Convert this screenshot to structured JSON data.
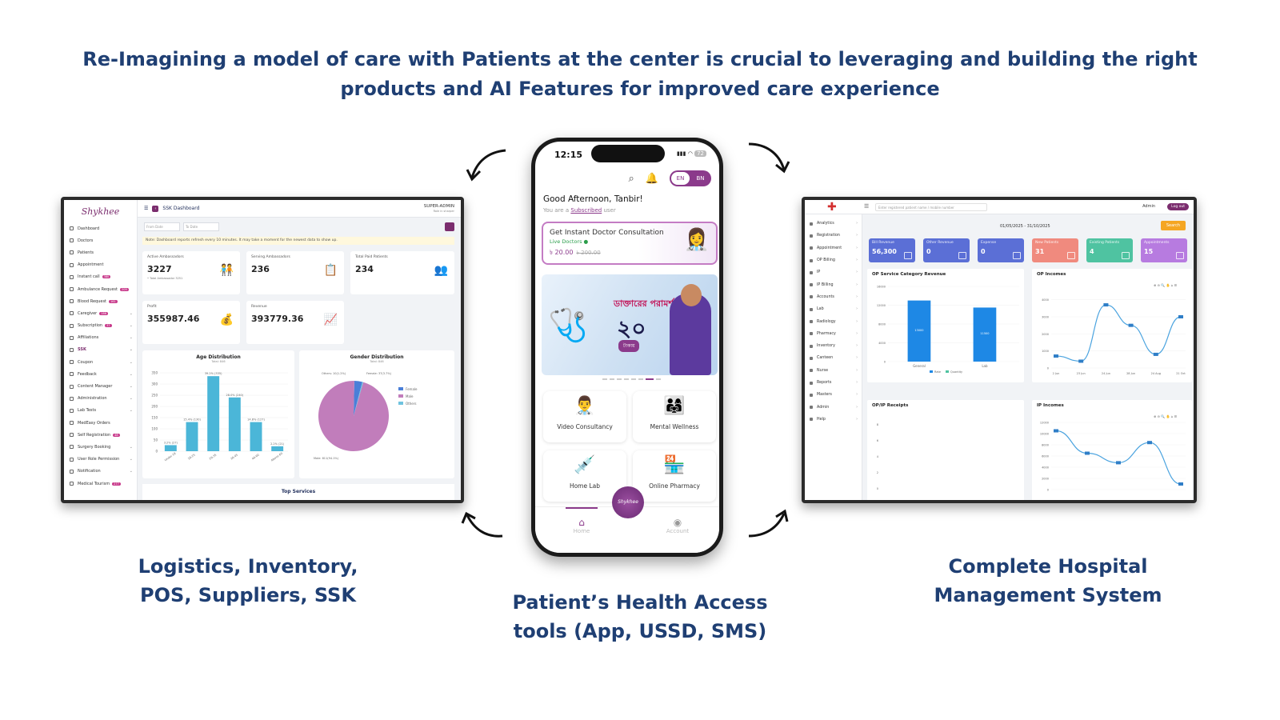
{
  "headline": "Re-Imagining a model of care with Patients at the center is crucial to leveraging and building the right products and AI Features for improved care experience",
  "captions": {
    "left": "Logistics, Inventory, POS, Suppliers, SSK",
    "center": "Patient’s Health Access tools (App, USSD, SMS)",
    "right": "Complete Hospital Management System"
  },
  "left_dashboard": {
    "logo": "Shykhee",
    "title": "SSK Dashboard",
    "admin_label": "SUPER-ADMIN",
    "admin_sub": "Role in sharper",
    "filter_from": "From Date",
    "filter_to": "To Date",
    "note": "Note: Dashboard reports refresh every 10 minutes. It may take a moment for the newest data to show up.",
    "menu": [
      {
        "label": "Dashboard",
        "badge": "",
        "chevron": false
      },
      {
        "label": "Doctors",
        "badge": "",
        "chevron": false
      },
      {
        "label": "Patients",
        "badge": "",
        "chevron": false
      },
      {
        "label": "Appointment",
        "badge": "",
        "chevron": false
      },
      {
        "label": "Instant call",
        "badge": "380",
        "chevron": false
      },
      {
        "label": "Ambulance Request",
        "badge": "209",
        "chevron": false
      },
      {
        "label": "Blood Request",
        "badge": "161",
        "chevron": false
      },
      {
        "label": "Caregiver",
        "badge": "186",
        "chevron": true
      },
      {
        "label": "Subscription",
        "badge": "37",
        "chevron": true
      },
      {
        "label": "Affiliations",
        "badge": "",
        "chevron": true
      },
      {
        "label": "SSK",
        "badge": "",
        "chevron": true
      },
      {
        "label": "Coupon",
        "badge": "",
        "chevron": true
      },
      {
        "label": "Feedback",
        "badge": "",
        "chevron": true
      },
      {
        "label": "Content Manager",
        "badge": "",
        "chevron": true
      },
      {
        "label": "Administration",
        "badge": "",
        "chevron": true
      },
      {
        "label": "Lab Tests",
        "badge": "",
        "chevron": true
      },
      {
        "label": "MedEasy Orders",
        "badge": "",
        "chevron": false
      },
      {
        "label": "Self Registration",
        "badge": "48",
        "chevron": false
      },
      {
        "label": "Surgery Booking",
        "badge": "",
        "chevron": true
      },
      {
        "label": "User Role Permission",
        "badge": "",
        "chevron": true
      },
      {
        "label": "Notification",
        "badge": "",
        "chevron": true
      },
      {
        "label": "Medical Tourism",
        "badge": "277",
        "chevron": false
      }
    ],
    "cards": [
      {
        "label": "Active Ambassadors",
        "value": "3227",
        "sub": "• Total Ambassador 3251",
        "icon": "🧑‍🤝‍🧑"
      },
      {
        "label": "Serving Ambassadors",
        "value": "236",
        "sub": "",
        "icon": "📋"
      },
      {
        "label": "Total Paid Patients",
        "value": "234",
        "sub": "",
        "icon": "👥"
      },
      {
        "label": "Profit",
        "value": "355987.46",
        "sub": "",
        "icon": "💰"
      },
      {
        "label": "Revenue",
        "value": "393779.36",
        "sub": "",
        "icon": "📈"
      }
    ],
    "bottom_title": "Top Services"
  },
  "chart_data": [
    {
      "type": "bar",
      "title": "Age Distribution",
      "subtitle": "Total: 846",
      "categories": [
        "Under 18",
        "18-25",
        "26-35",
        "36-45",
        "46-60",
        "Above 60"
      ],
      "values": [
        27,
        130,
        335,
        240,
        130,
        22
      ],
      "data_labels": [
        "3.2% (27)",
        "15.4% (130)",
        "39.2% (335)",
        "28.0% (240)",
        "14.8% (127)",
        "2.2% (21)"
      ],
      "ylim": [
        0,
        350
      ],
      "yticks": [
        "0",
        "50",
        "100",
        "150",
        "200",
        "250",
        "300",
        "350"
      ],
      "color": "#4bb6d8"
    },
    {
      "type": "pie",
      "title": "Gender Distribution",
      "subtitle": "Total: 846",
      "slices": [
        {
          "name": "Male",
          "value": 811,
          "label": "Male: 811(94.1%)",
          "color": "#c17dbb"
        },
        {
          "name": "Female",
          "value": 31,
          "label": "Female: 37(3.7%)",
          "color": "#4a7fd8"
        },
        {
          "name": "Others",
          "value": 4,
          "label": "Others: 10(1.2%)",
          "color": "#6fc3df"
        }
      ],
      "legend": [
        "Female",
        "Male",
        "Others"
      ]
    },
    {
      "type": "bar",
      "title": "OP Service Category Revenue",
      "categories": [
        "General",
        "Lab"
      ],
      "values": [
        13000,
        11500
      ],
      "data_labels": [
        "13000",
        "11500"
      ],
      "ylim": [
        0,
        16000
      ],
      "legend": [
        "Rate",
        "Quantity"
      ],
      "color": "#1e88e5"
    },
    {
      "type": "line",
      "title": "OP Incomes",
      "x": [
        "2 Jun",
        "23 Jun",
        "24 Jun",
        "28 Jun",
        "24 Aug",
        "21 Oct"
      ],
      "values": [
        700,
        400,
        3700,
        2500,
        800,
        3000
      ],
      "color": "#4aa3df"
    },
    {
      "type": "line",
      "title": "IP Incomes",
      "values": [
        10500,
        6500,
        4800,
        8400,
        1000
      ],
      "color": "#4aa3df"
    },
    {
      "type": "line",
      "title": "OP/IP Receipts",
      "values": []
    }
  ],
  "phone": {
    "time": "12:15",
    "battery": "72",
    "lang_on": "EN",
    "lang_off": "BN",
    "greeting": "Good Afternoon, Tanbir!",
    "sub_prefix": "You are a",
    "sub_link": "Subscribed",
    "sub_suffix": "user",
    "consult_title": "Get Instant Doctor Consultation",
    "consult_live": "Live Doctors ●",
    "consult_price": "৳ 20.00",
    "consult_old_price": "৳ 200.00",
    "banner_title": "ডাক্তারের পরামর্শ",
    "banner_number": "২০",
    "banner_unit": "টাকায়",
    "tiles": [
      "Video Consultancy",
      "Mental Wellness",
      "Home Lab",
      "Online Pharmacy"
    ],
    "tab_home": "Home",
    "tab_account": "Account",
    "center_brand": "Shykhee"
  },
  "right_dashboard": {
    "search_placeholder": "Enter registered patient name / mobile number",
    "admin": "Admin",
    "logout": "Log out",
    "date_range": "01/05/2025 - 31/10/2025",
    "search_btn": "Search",
    "menu": [
      "Analytics",
      "Registration",
      "Appointment",
      "OP Billing",
      "IP",
      "IP Billing",
      "Accounts",
      "Lab",
      "Radiology",
      "Pharmacy",
      "Inventory",
      "Canteen",
      "Nurse",
      "Reports",
      "Masters",
      "Admin",
      "Help"
    ],
    "kpis": [
      {
        "label": "Bill Revenue",
        "value": "56,300",
        "color": "#5b6fd6"
      },
      {
        "label": "Other Revenue",
        "value": "0",
        "color": "#5b6fd6"
      },
      {
        "label": "Expense",
        "value": "0",
        "color": "#5b6fd6"
      },
      {
        "label": "New Patients",
        "value": "31",
        "color": "#f08a7e"
      },
      {
        "label": "Existing Patients",
        "value": "4",
        "color": "#4fc3a1"
      },
      {
        "label": "Appointments",
        "value": "15",
        "color": "#b77be0"
      }
    ]
  }
}
